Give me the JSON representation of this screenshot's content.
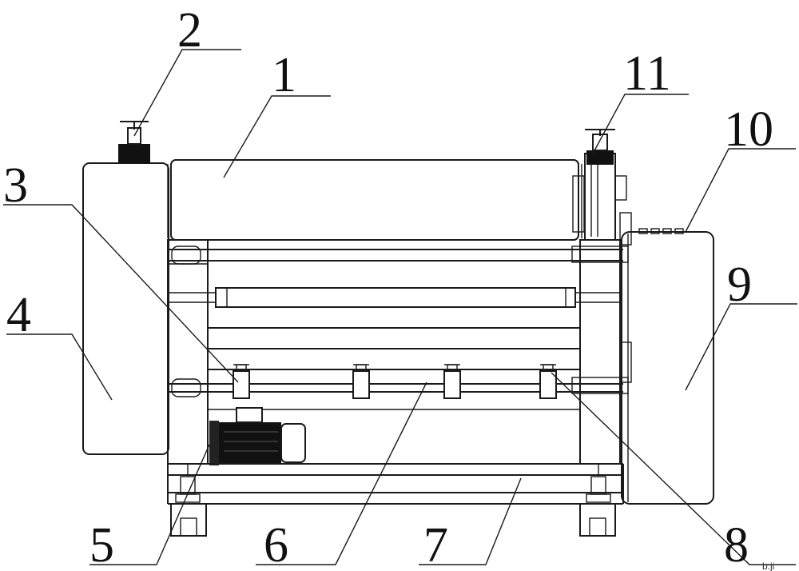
{
  "labels": [
    {
      "id": "1",
      "text": "1"
    },
    {
      "id": "2",
      "text": "2"
    },
    {
      "id": "3",
      "text": "3"
    },
    {
      "id": "4",
      "text": "4"
    },
    {
      "id": "5",
      "text": "5"
    },
    {
      "id": "6",
      "text": "6"
    },
    {
      "id": "7",
      "text": "7"
    },
    {
      "id": "8",
      "text": "8"
    },
    {
      "id": "9",
      "text": "9"
    },
    {
      "id": "10",
      "text": "10"
    },
    {
      "id": "11",
      "text": "11"
    }
  ],
  "watermark": "b.ji"
}
